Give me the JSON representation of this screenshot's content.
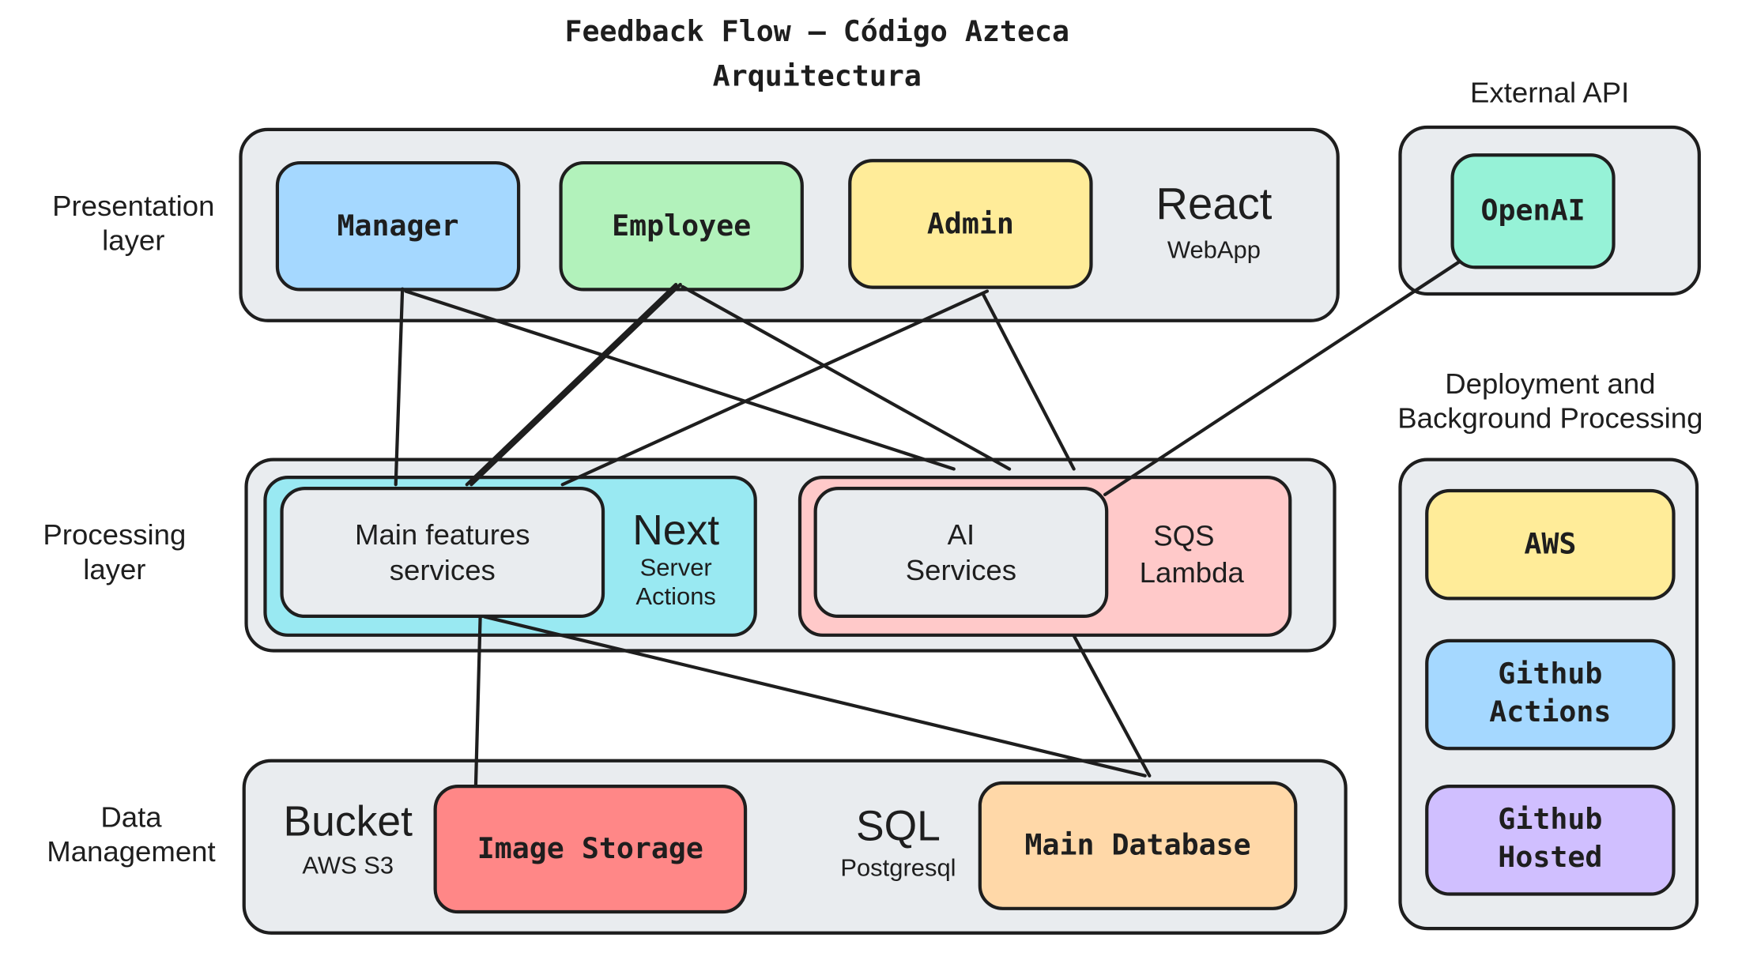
{
  "title": "Feedback Flow – Código Azteca",
  "subtitle": "Arquitectura",
  "layers": {
    "presentation": "Presentation layer",
    "processing": "Processing layer",
    "data": "Data Management"
  },
  "presentation": {
    "manager": "Manager",
    "employee": "Employee",
    "admin": "Admin",
    "tech": "React",
    "tech_sub": "WebApp"
  },
  "external": {
    "title": "External API",
    "openai": "OpenAI"
  },
  "processing": {
    "main": "Main features services",
    "next": "Next",
    "next_sub": "Server Actions",
    "ai": "AI Services",
    "sqs": "SQS Lambda"
  },
  "data": {
    "bucket": "Bucket",
    "bucket_sub": "AWS S3",
    "image_storage": "Image Storage",
    "sql": "SQL",
    "sql_sub": "Postgresql",
    "main_db": "Main Database"
  },
  "deployment": {
    "title": "Deployment and Background Processing",
    "aws": "AWS",
    "github_actions": "Github Actions",
    "github_hosted": "Github Hosted"
  },
  "colors": {
    "manager": "#a5d8ff",
    "employee": "#b2f2bb",
    "admin": "#ffec99",
    "openai": "#96f2d7",
    "next": "#99e9f2",
    "sqs": "#ffc9c9",
    "image_storage": "#ff8787",
    "main_db": "#ffd8a8",
    "aws": "#ffec99",
    "github_actions": "#a5d8ff",
    "github_hosted": "#d0bfff",
    "panel": "#e9ecef"
  }
}
